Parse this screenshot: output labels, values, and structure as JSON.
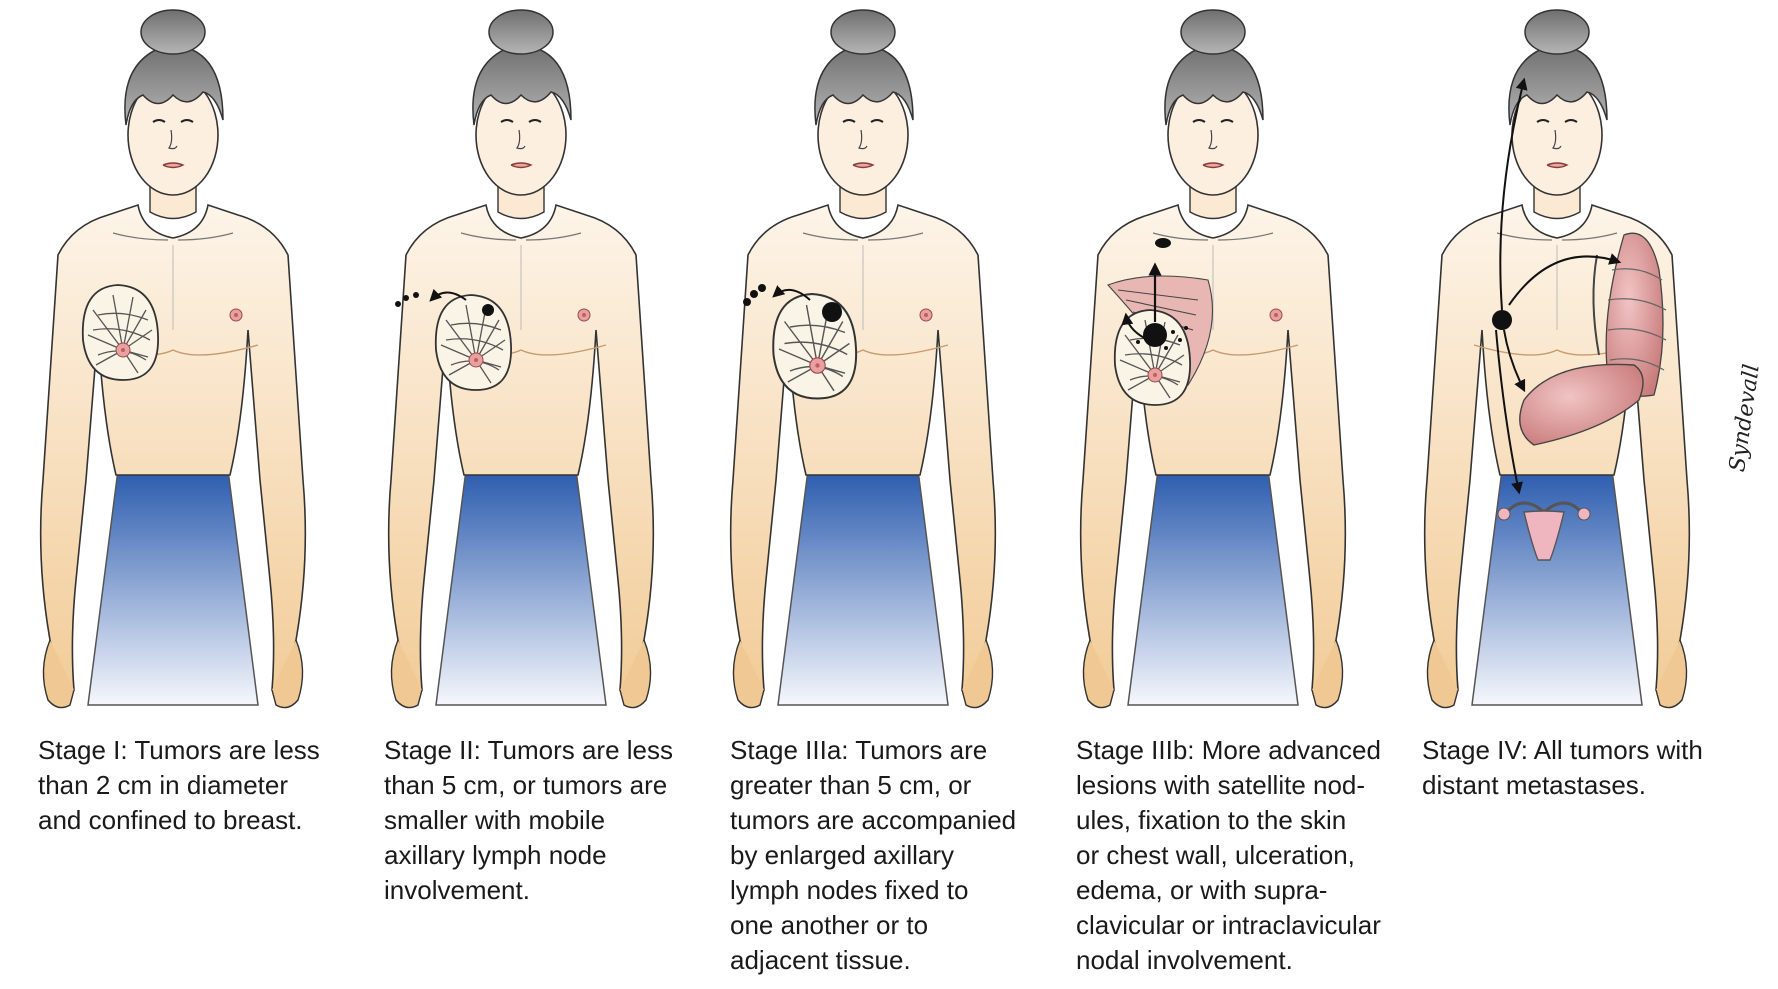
{
  "stages": [
    {
      "id": "stage-1",
      "caption": "Stage I: Tumors are less\nthan 2 cm in diameter\nand confined to breast."
    },
    {
      "id": "stage-2",
      "caption": "Stage II: Tumors are less\nthan 5 cm, or tumors are\nsmaller with mobile\naxillary lymph node\ninvolvement."
    },
    {
      "id": "stage-3a",
      "caption": "Stage IIIa: Tumors are\ngreater than 5 cm, or\ntumors are accompanied\nby enlarged axillary\nlymph nodes fixed to\none another or to\nadjacent tissue."
    },
    {
      "id": "stage-3b",
      "caption": "Stage IIIb: More advanced\nlesions with satellite nod-\nules, fixation to the skin\nor chest wall, ulceration,\nedema, or with supra-\nclavicular or intraclavicular\nnodal involvement."
    },
    {
      "id": "stage-4",
      "caption": "Stage IV: All tumors with\ndistant metastases."
    }
  ],
  "colors": {
    "skin_top": "#fdf2e3",
    "skin_bottom": "#f3cf9f",
    "skirt_top": "#2c5fb0",
    "skirt_bottom": "#f4f6fb",
    "hair": "#8a8a8a",
    "organ": "#d98f8f"
  },
  "icons": [
    "woman-figure-icon",
    "breast-tumor-icon",
    "lymph-node-arrow-icon",
    "lung-icon",
    "liver-icon",
    "uterus-icon"
  ]
}
